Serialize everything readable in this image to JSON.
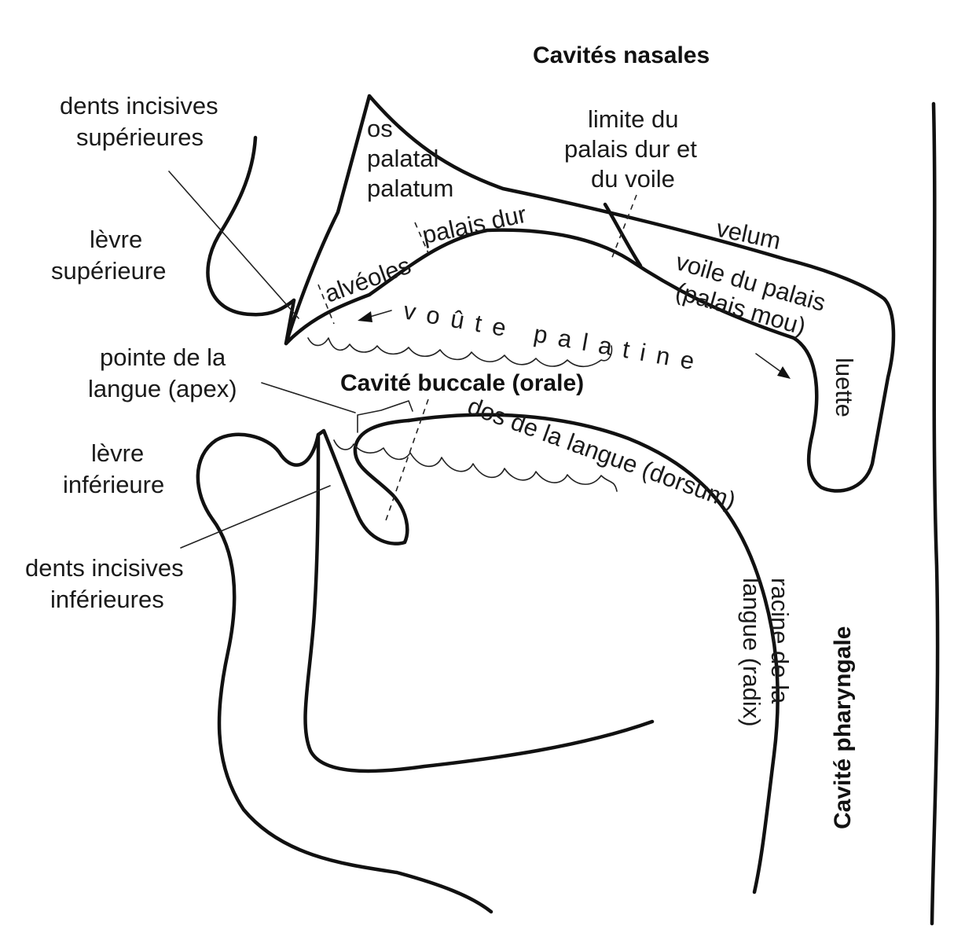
{
  "regions": {
    "nasal_cavities": "Cavités nasales",
    "oral_cavity": "Cavité buccale (orale)",
    "pharyngeal_cavity": "Cavité pharyngale"
  },
  "labels": {
    "upper_incisors": [
      "dents incisives",
      "supérieures"
    ],
    "upper_lip": [
      "lèvre",
      "supérieure"
    ],
    "palatal_bone": [
      "os",
      "palatal",
      "palatum"
    ],
    "alveoles": "alvéoles",
    "hard_palate": "palais dur",
    "palatine_vault": "voûte palatine",
    "hard_soft_limit": [
      "limite du",
      "palais dur et",
      "du voile"
    ],
    "velum": "velum",
    "soft_palate": [
      "voile du palais",
      "(palais mou)"
    ],
    "uvula": "luette",
    "tongue_tip": [
      "pointe de la",
      "langue (apex)"
    ],
    "tongue_back": "dos de la langue (dorsum)",
    "lower_lip": [
      "lèvre",
      "inférieure"
    ],
    "lower_incisors": [
      "dents incisives",
      "inférieures"
    ],
    "tongue_root": [
      "racine de la",
      "langue (radix)"
    ]
  },
  "colors": {
    "ink": "#111111",
    "paper": "#ffffff"
  }
}
